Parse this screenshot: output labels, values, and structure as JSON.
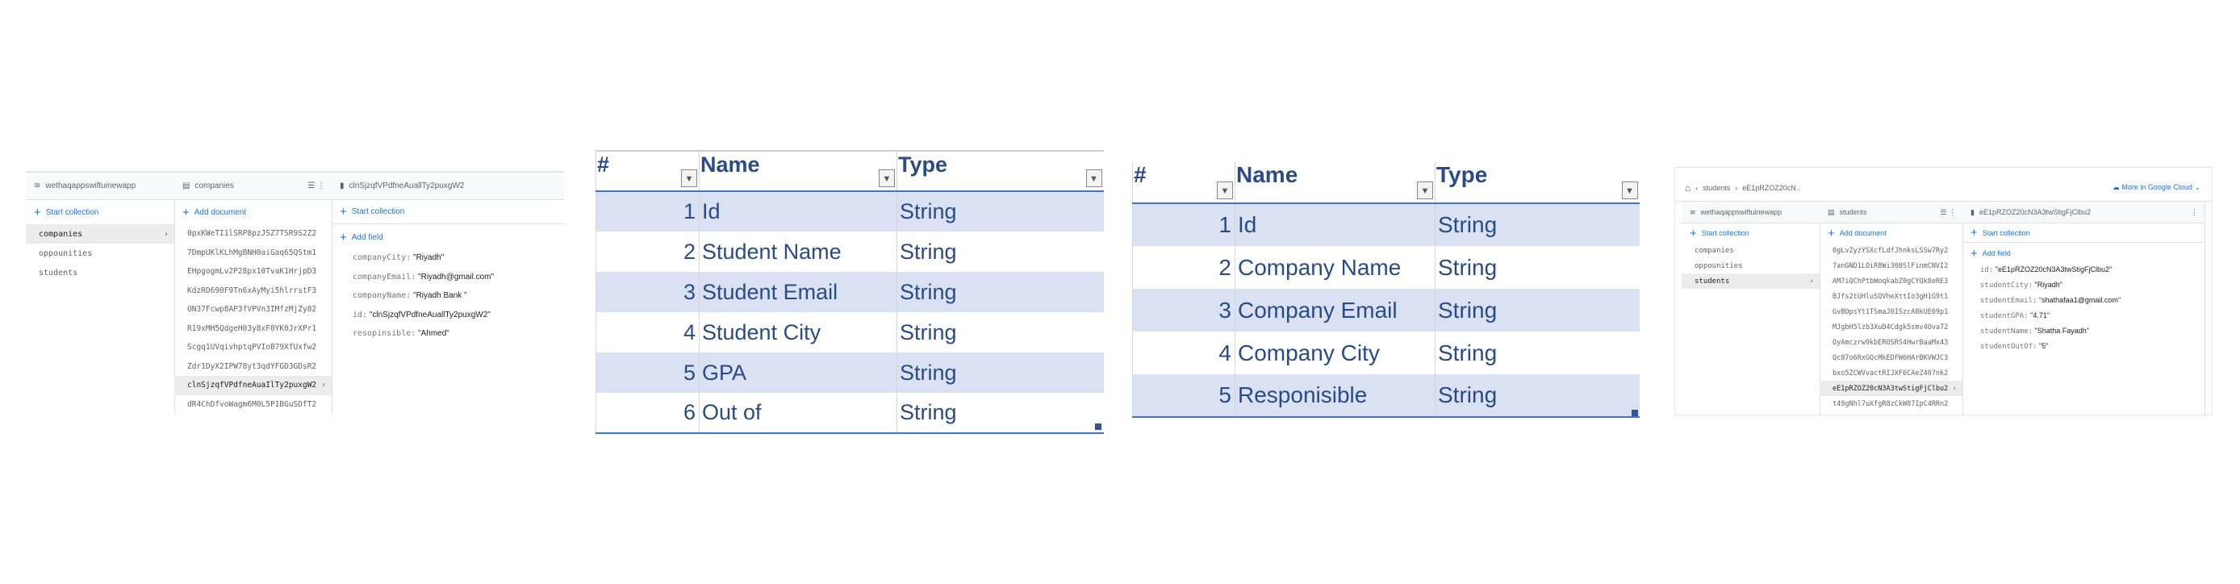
{
  "panel_companies": {
    "project": "wethaqappswiftuinewapp",
    "start_collection": "Start collection",
    "collections": [
      "companies",
      "oppounities",
      "students"
    ],
    "selected_collection": 0,
    "collection_title": "companies",
    "add_document": "Add document",
    "documents": [
      "0pxKWeTI1lSRP8pzJSZ7TSR9S2Z2",
      "7DmpUKlKLhMgBNH0aiGaq65QStm1",
      "EHpgogmLv2P28px10TvaK1HrjpD3",
      "KdzRD690F9Tn6xAyMyi5hlrrstF3",
      "ON37Fcwp8AP3fVPVn3IMfzMjZy82",
      "R19xMH5QdgeH03y8xF0YK0JrXPr1",
      "Scgq1UVqivhptqPVIoB79XfUxfw2",
      "Zdr1DyX2IPW78yt3qdYFGD3GDsR2",
      "clnSjzqfVPdfneAuaIlTy2puxgW2",
      "dR4ChDfvoWagm6M0L5P1BGuSDfT2"
    ],
    "selected_document": 8,
    "document_title": "clnSjzqfVPdfneAuallTy2puxgW2",
    "doc_start_collection": "Start collection",
    "add_field": "Add field",
    "fields": [
      {
        "key": "companyCity:",
        "value": "\"Riyadh\""
      },
      {
        "key": "companyEmail:",
        "value": "\"Riyadh@gmail.com\""
      },
      {
        "key": "companyName:",
        "value": "\"Riyadh Bank \""
      },
      {
        "key": "id:",
        "value": "\"clnSjzqfVPdfneAuallTy2puxgW2\""
      },
      {
        "key": "resopinsible:",
        "value": "\"Ahmed\""
      }
    ]
  },
  "students_table": {
    "headers": [
      "#",
      "Name",
      "Type"
    ],
    "rows": [
      {
        "num": "1",
        "name": "Id",
        "type": "String"
      },
      {
        "num": "2",
        "name": "Student Name",
        "type": "String"
      },
      {
        "num": "3",
        "name": "Student Email",
        "type": "String"
      },
      {
        "num": "4",
        "name": "Student City",
        "type": "String"
      },
      {
        "num": "5",
        "name": "GPA",
        "type": "String"
      },
      {
        "num": "6",
        "name": "Out of",
        "type": "String"
      }
    ]
  },
  "companies_table": {
    "headers": [
      "#",
      "Name",
      "Type"
    ],
    "rows": [
      {
        "num": "1",
        "name": "Id",
        "type": "String"
      },
      {
        "num": "2",
        "name": "Company Name",
        "type": "String"
      },
      {
        "num": "3",
        "name": "Company Email",
        "type": "String"
      },
      {
        "num": "4",
        "name": "Company City",
        "type": "String"
      },
      {
        "num": "5",
        "name": "Responisible",
        "type": "String"
      }
    ]
  },
  "panel_students": {
    "breadcrumb": [
      "students",
      "eE1pRZOZ20cN.."
    ],
    "more_cloud": "More in Google Cloud",
    "project": "wethaqappswiftuinewapp",
    "start_collection": "Start collection",
    "collections": [
      "companies",
      "oppounities",
      "students"
    ],
    "selected_collection": 2,
    "collection_title": "students",
    "add_document": "Add document",
    "documents": [
      "0gLvZyzYSXcfLdfJhnksLSSw7Ry2",
      "7anGND1LOiR8Wi308SlFinmCNVI2",
      "AM7iQChPtbWoqkabZ0gCYQk8eRE3",
      "BJfs2tUHluSQVheXttIo3gH1G9t1",
      "GvBOpsYt1TSmaJ0ISzcA8kUE69p1",
      "MJgbH5lzb3XuD4Cdgk5smv4Ova72",
      "OyAmczrw9kbEROSRS4HwrBaaMx43",
      "Qc87o6RxGQcMkEDFW6HArBKVWJC3",
      "bxo5ZCWVvactRIJXF6CAeZ407nk2",
      "eE1pRZOZ20cN3A3twStigFjClbu2",
      "t49gNhl7uXfgR8zCkW87IpC4RRn2"
    ],
    "selected_document": 9,
    "document_title": "eE1pRZOZ20cN3A3twStigFjClbu2",
    "doc_start_collection": "Start collection",
    "add_field": "Add field",
    "fields": [
      {
        "key": "id:",
        "value": "\"eE1pRZOZ20cN3A3twStigFjClbu2\""
      },
      {
        "key": "studentCity:",
        "value": "\"Riyadh\""
      },
      {
        "key": "studentEmail:",
        "value": "\"shathafaa1@gmail.com\""
      },
      {
        "key": "studentGPA:",
        "value": "\"4.71\""
      },
      {
        "key": "studentName:",
        "value": "\"Shatha Fayadh\""
      },
      {
        "key": "studentOutOf:",
        "value": "\"5\""
      }
    ]
  },
  "colors": {
    "accent": "#1a73e8",
    "table_text": "#2a4b85",
    "band": "#d9e1f2",
    "table_border": "#4472c4"
  }
}
